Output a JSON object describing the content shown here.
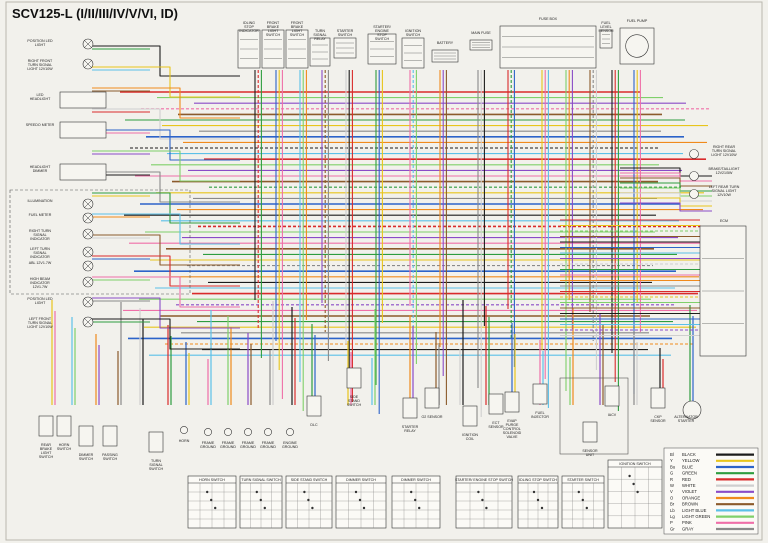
{
  "title": "SCV125-L (I/II/III/IV/V/VI, ID)",
  "colors": {
    "paper": "#f2f1ec",
    "ink": "#222222",
    "black": "#1c1c1c",
    "yellow": "#e8c51c",
    "blue": "#2c63c9",
    "green": "#2f9d3f",
    "red": "#d92b2b",
    "white": "#cfcfcf",
    "violet": "#8a4bc7",
    "orange": "#f08a1c",
    "brown": "#8b5a2b",
    "light_blue": "#5bc0e8",
    "light_green": "#7fd06a",
    "pink": "#ef6fa8",
    "gray": "#8a8a8a"
  },
  "top_components": [
    {
      "id": "idling-stop-indicator",
      "label": "IDLING STOP INDICATOR"
    },
    {
      "id": "front-brake-light-switch",
      "label": "FRONT BRAKE LIGHT SWITCH"
    },
    {
      "id": "rear-brake-light-switch",
      "label": "FRONT BRAKE LIGHT SWITCH"
    },
    {
      "id": "turn-signal-relay",
      "label": "TURN SIGNAL RELAY"
    },
    {
      "id": "starter-switch-top",
      "label": "STARTER SWITCH"
    },
    {
      "id": "starter-engine-stop-switch",
      "label": "STARTER/ ENGINE STOP SWITCH"
    },
    {
      "id": "ignition-switch",
      "label": "IGNITION SWITCH"
    },
    {
      "id": "battery",
      "label": "BATTERY"
    },
    {
      "id": "main-fuse",
      "label": "MAIN FUSE"
    },
    {
      "id": "fuse-box",
      "label": "FUSE BOX"
    },
    {
      "id": "fuel-level-sensor",
      "label": "FUEL LEVEL SENSOR"
    },
    {
      "id": "fuel-pump",
      "label": "FUEL PUMP"
    }
  ],
  "left_components": [
    {
      "id": "position-led-front-r",
      "label": "POSITION LED LIGHT"
    },
    {
      "id": "right-front-turn",
      "label": "RIGHT FRONT TURN SIGNAL LIGHT 12V10W"
    },
    {
      "id": "led-headlight",
      "label": "LED HEADLIGHT"
    },
    {
      "id": "speedometer",
      "label": "SPEEDO METER"
    },
    {
      "id": "headlight-dimmer",
      "label": "HEADLIGHT DIMMER"
    },
    {
      "id": "illumination",
      "label": "ILLUMINATION"
    },
    {
      "id": "fuel-meter",
      "label": "FUEL METER"
    },
    {
      "id": "right-turn-indicator",
      "label": "RIGHT TURN SIGNAL INDICATOR"
    },
    {
      "id": "left-turn-indicator",
      "label": "LEFT TURN SIGNAL INDICATOR"
    },
    {
      "id": "abs-indicator",
      "label": "ABL 12V1.7W"
    },
    {
      "id": "high-beam-indicator",
      "label": "HIGH BEAM INDICATOR 12V1.7W"
    },
    {
      "id": "position-led-front-l",
      "label": "POSITION LED LIGHT"
    },
    {
      "id": "left-front-turn",
      "label": "LEFT FRONT TURN SIGNAL LIGHT 12V10W"
    }
  ],
  "right_components": [
    {
      "id": "right-rear-turn",
      "label": "RIGHT REAR TURN SIGNAL LIGHT 12V10W"
    },
    {
      "id": "brake-taillight",
      "label": "BRAKE/TAILLIGHT 12V21/5W"
    },
    {
      "id": "left-rear-turn",
      "label": "LEFT REAR TURN SIGNAL LIGHT 12V10W"
    },
    {
      "id": "ecm",
      "label": "ECM"
    }
  ],
  "bottom_components": [
    {
      "id": "rear-brake-light-switch-b",
      "label": "REAR BRAKE LIGHT SWITCH"
    },
    {
      "id": "horn-switch",
      "label": "HORN SWITCH"
    },
    {
      "id": "dimmer-switch",
      "label": "DIMMER SWITCH"
    },
    {
      "id": "passing-switch",
      "label": "PASSING SWITCH"
    },
    {
      "id": "turn-signal-switch",
      "label": "TURN SIGNAL SWITCH"
    },
    {
      "id": "horn",
      "label": "HORN"
    },
    {
      "id": "frame-ground-1",
      "label": "FRAME GROUND"
    },
    {
      "id": "frame-ground-2",
      "label": "FRAME GROUND"
    },
    {
      "id": "frame-ground-3",
      "label": "FRAME GROUND"
    },
    {
      "id": "frame-ground-4",
      "label": "FRAME GROUND"
    },
    {
      "id": "engine-ground",
      "label": "ENGINE GROUND"
    },
    {
      "id": "dlc",
      "label": "DLC"
    },
    {
      "id": "side-stand-switch",
      "label": "SIDE STAND SWITCH"
    },
    {
      "id": "starter-relay",
      "label": "STARTER RELAY"
    },
    {
      "id": "o2-sensor",
      "label": "O2 SENSOR"
    },
    {
      "id": "ignition-coil",
      "label": "IGNITION COIL"
    },
    {
      "id": "ect-sensor",
      "label": "ECT SENSOR"
    },
    {
      "id": "evap-purge-valve",
      "label": "EVAP PURGE CONTROL SOLENOID VALVE"
    },
    {
      "id": "fuel-injector",
      "label": "FUEL INJECTOR"
    },
    {
      "id": "sensor-unit",
      "label": "SENSOR UNIT"
    },
    {
      "id": "iacv",
      "label": "IACV"
    },
    {
      "id": "ckp-sensor",
      "label": "CKP SENSOR"
    },
    {
      "id": "alternator",
      "label": "ALTERNATOR STARTER"
    }
  ],
  "switch_tables": [
    {
      "title": "HORN SWITCH"
    },
    {
      "title": "TURN SIGNAL SWITCH"
    },
    {
      "title": "SIDE STAND SWITCH"
    },
    {
      "title": "DIMMER SWITCH"
    },
    {
      "title": "DIMMER SWITCH"
    },
    {
      "title": "STARTER/ ENGINE STOP SWITCH"
    },
    {
      "title": "IDLING STOP SWITCH"
    },
    {
      "title": "STARTER SWITCH"
    },
    {
      "title": "IGNITION SWITCH"
    }
  ],
  "legend": [
    {
      "code": "Bl",
      "name": "BLACK",
      "color": "#1c1c1c"
    },
    {
      "code": "Y",
      "name": "YELLOW",
      "color": "#e8c51c"
    },
    {
      "code": "Bu",
      "name": "BLUE",
      "color": "#2c63c9"
    },
    {
      "code": "G",
      "name": "GREEN",
      "color": "#2f9d3f"
    },
    {
      "code": "R",
      "name": "RED",
      "color": "#d92b2b"
    },
    {
      "code": "W",
      "name": "WHITE",
      "color": "#cfcfcf"
    },
    {
      "code": "V",
      "name": "VIOLET",
      "color": "#8a4bc7"
    },
    {
      "code": "O",
      "name": "ORANGE",
      "color": "#f08a1c"
    },
    {
      "code": "Br",
      "name": "BROWN",
      "color": "#8b5a2b"
    },
    {
      "code": "Lb",
      "name": "LIGHT BLUE",
      "color": "#5bc0e8"
    },
    {
      "code": "Lg",
      "name": "LIGHT GREEN",
      "color": "#7fd06a"
    },
    {
      "code": "P",
      "name": "PINK",
      "color": "#ef6fa8"
    },
    {
      "code": "Gr",
      "name": "GRAY",
      "color": "#8a8a8a"
    }
  ]
}
